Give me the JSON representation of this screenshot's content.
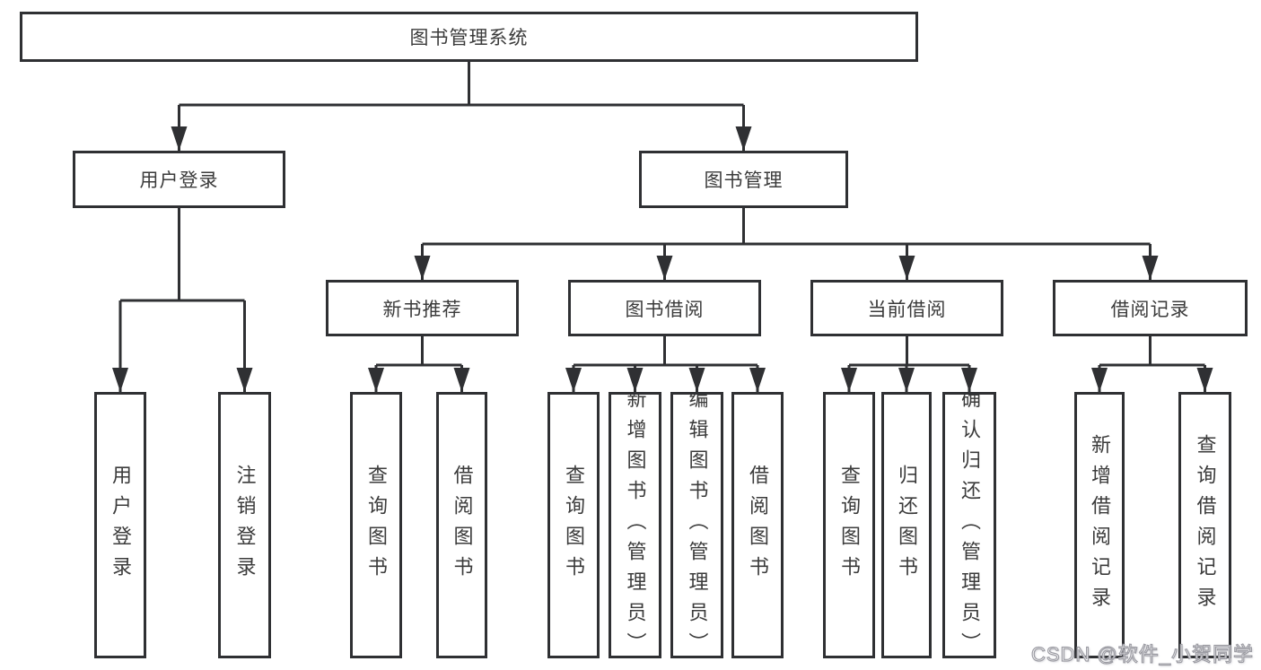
{
  "nodes": {
    "root": {
      "label": "图书管理系统"
    },
    "branches": [
      {
        "label": "用户登录",
        "children": [
          {
            "label": "用户登录"
          },
          {
            "label": "注销登录"
          }
        ]
      },
      {
        "label": "图书管理",
        "children": [
          {
            "label": "新书推荐",
            "children": [
              {
                "label": "查询图书"
              },
              {
                "label": "借阅图书"
              }
            ]
          },
          {
            "label": "图书借阅",
            "children": [
              {
                "label": "查询图书"
              },
              {
                "label": "新增图书（管理员）"
              },
              {
                "label": "编辑图书（管理员）"
              },
              {
                "label": "借阅图书"
              }
            ]
          },
          {
            "label": "当前借阅",
            "children": [
              {
                "label": "查询图书"
              },
              {
                "label": "归还图书"
              },
              {
                "label": "确认归还（管理员）"
              }
            ]
          },
          {
            "label": "借阅记录",
            "children": [
              {
                "label": "新增借阅记录"
              },
              {
                "label": "查询借阅记录"
              }
            ]
          }
        ]
      }
    ]
  },
  "watermark": {
    "text": "CSDN @软件_小贺同学"
  },
  "colors": {
    "line": "#2f3033",
    "box_border": "#2f3033",
    "box_fill": "#ffffff",
    "text": "#3b3b3b",
    "background": "#ffffff",
    "watermark_fill": "#ffffff",
    "watermark_outline": "#9d9da4"
  }
}
